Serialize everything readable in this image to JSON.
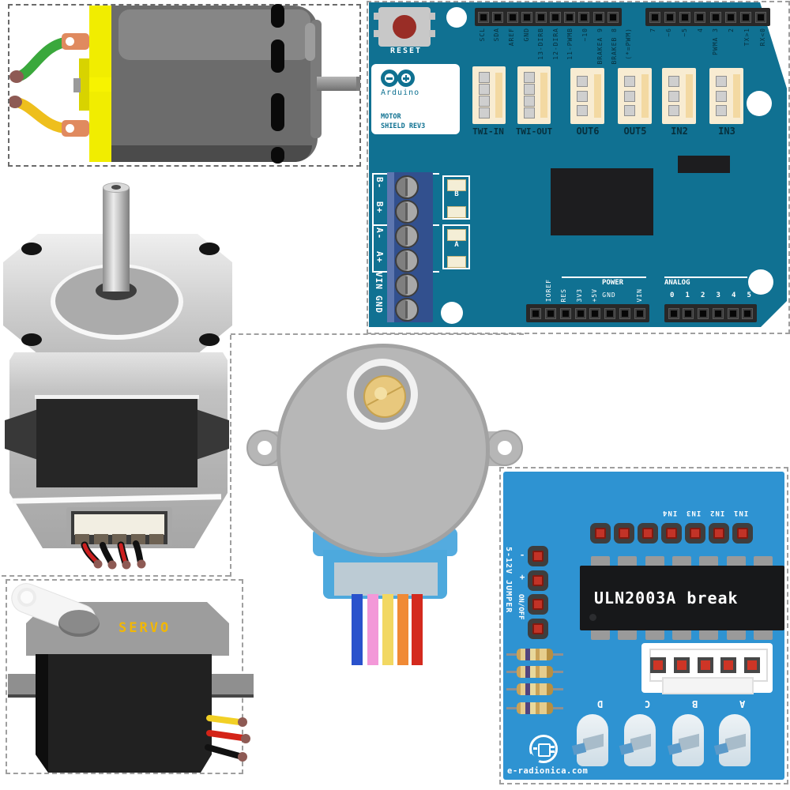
{
  "colors": {
    "shield_teal": "#107192",
    "uln_blue": "#2e93d2",
    "terminal_blue": "#32508e",
    "connector_cream": "#f8ecd2",
    "motor_yellow": "#f1ed00",
    "servo_gold": "#f2b705",
    "wire_green": "#3aa83c",
    "wire_yellow": "#eebf1d",
    "wire_red": "#cc1f1f",
    "byj_wire_colors": [
      "#2a52cc",
      "#f398d8",
      "#f2d862",
      "#f08a35",
      "#d42a1e"
    ]
  },
  "shield": {
    "reset_label": "RESET",
    "brand": "Arduino",
    "product_line1": "MOTOR",
    "product_line2": "SHIELD REV3",
    "top_labels_left": [
      "SCL",
      "SDA",
      "AREF",
      "GND",
      "13-DIRB",
      "12-DIRA",
      "11-PWMB",
      "~10",
      "BRAKEA 9",
      "BRAKEB 8"
    ],
    "pwm_note": "(*=PWM)",
    "top_labels_right": [
      "7",
      "~6",
      "~5",
      "4",
      "PWMA 3",
      "2",
      "TX>1",
      "RX<0"
    ],
    "connector_labels": [
      "TWI-IN",
      "TWI-OUT",
      "OUT6",
      "OUT5",
      "IN2",
      "IN3"
    ],
    "terminal_labels": [
      "B-",
      "B+",
      "A-",
      "A+",
      "VIN",
      "GND"
    ],
    "led_labels": [
      "B",
      "A"
    ],
    "power_title": "POWER",
    "power_labels": [
      "IOREF",
      "RES",
      "3V3",
      "+5V"
    ],
    "gnd_label": "GND",
    "vin_label": "VIN",
    "analog_title": "ANALOG",
    "analog_labels": [
      "0",
      "1",
      "2",
      "3",
      "4",
      "5"
    ]
  },
  "servo": {
    "label": "SERVO"
  },
  "uln": {
    "chip_label": "ULN2003A break",
    "in_labels": [
      "IN4",
      "IN3",
      "IN2",
      "IN1"
    ],
    "minus_label": "-",
    "plus_label": "+",
    "onoff_label": "ON/OFF",
    "jumper_label": "5-12V JUMPER",
    "led_labels": [
      "D",
      "C",
      "B",
      "A"
    ],
    "brand": "e-radionica.com"
  }
}
